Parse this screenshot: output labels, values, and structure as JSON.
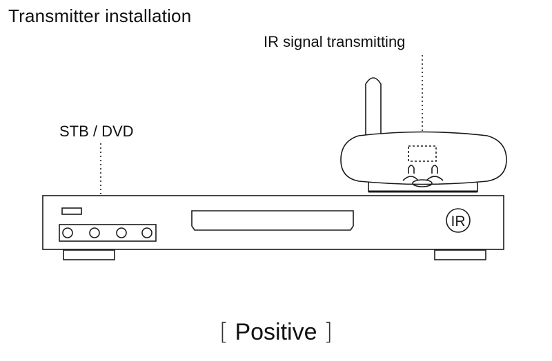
{
  "title": "Transmitter installation",
  "labels": {
    "ir_signal": "IR signal transmitting",
    "stb_dvd": "STB / DVD",
    "ir_badge": "IR"
  },
  "caption": {
    "open_bracket": "[",
    "text": "Positive",
    "close_bracket": "]"
  },
  "icons": {
    "antenna": "antenna-icon",
    "transmitter": "transmitter-icon",
    "ir_led": "ir-led-icon",
    "stb": "set-top-box-icon"
  },
  "colors": {
    "line": "#1a1a1a",
    "background": "#ffffff"
  }
}
